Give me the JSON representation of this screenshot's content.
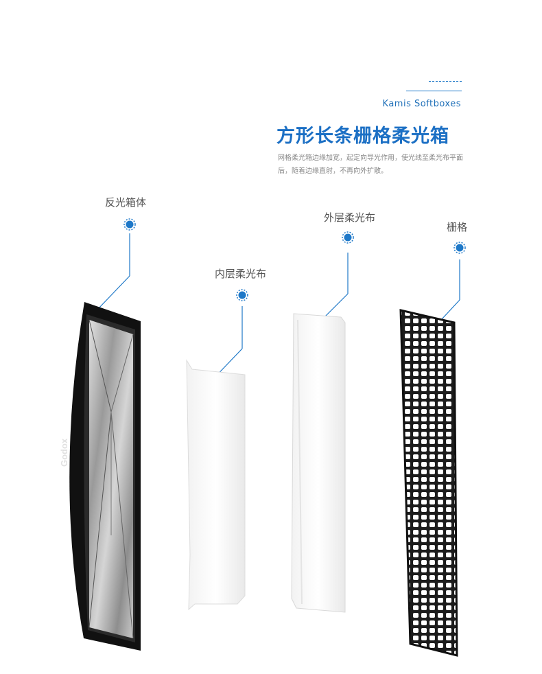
{
  "header": {
    "subtitle": "Kamis Softboxes",
    "title": "方形长条栅格柔光箱",
    "description": "网格柔光箱边缘加宽，起定向导光作用，使光线至柔光布平面后，随着边缘直射，不再向外扩散。"
  },
  "parts": [
    {
      "label": "反光箱体"
    },
    {
      "label": "内层柔光布"
    },
    {
      "label": "外层柔光布"
    },
    {
      "label": "栅格"
    }
  ],
  "product": {
    "brand_logo": "Godox"
  },
  "colors": {
    "accent": "#1e78c8",
    "title": "#1b6fc4",
    "text": "#555555"
  }
}
